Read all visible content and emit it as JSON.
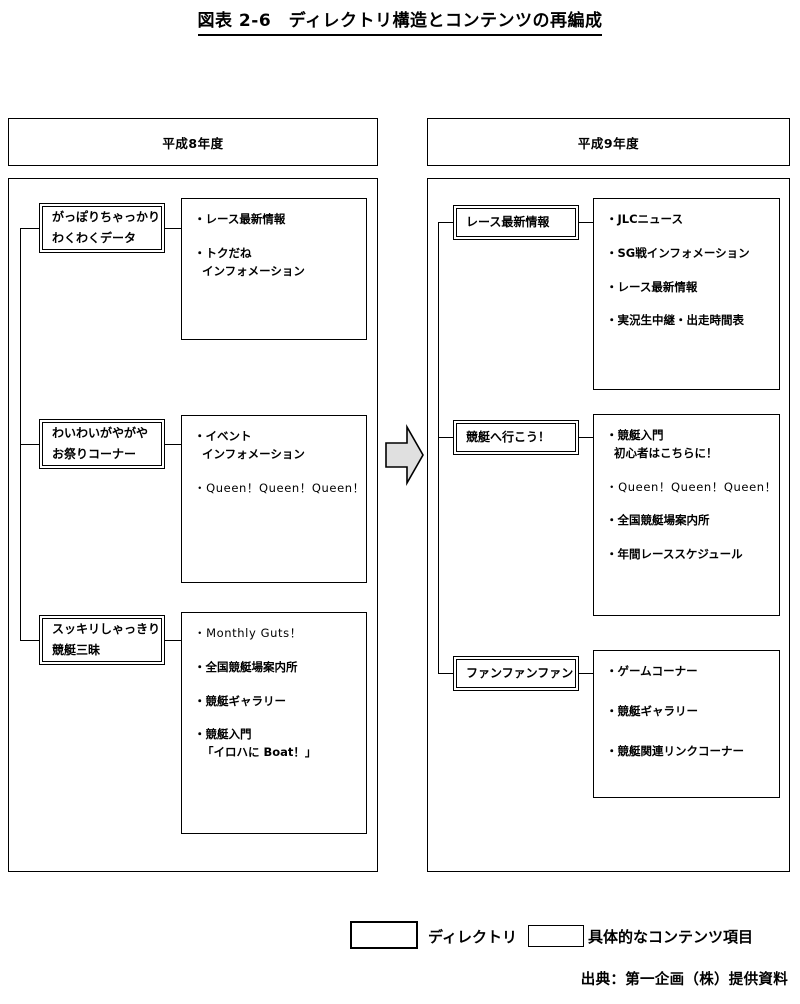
{
  "title": "図表 2-6　ディレクトリ構造とコンテンツの再編成",
  "columns": {
    "left": {
      "header": "平成8年度",
      "groups": [
        {
          "directory": {
            "line1": "がっぽりちゃっかり",
            "line2": "わくわくデータ"
          },
          "contents": [
            {
              "line1": "・レース最新情報",
              "line2": ""
            },
            {
              "line1": "・トクだね",
              "line2": "インフォメーション"
            }
          ]
        },
        {
          "directory": {
            "line1": "わいわいがやがや",
            "line2": "お祭りコーナー"
          },
          "contents": [
            {
              "line1": "・イベント",
              "line2": "インフォメーション"
            },
            {
              "line1": "・Queen！Queen！Queen！",
              "line2": "",
              "plain": true
            }
          ]
        },
        {
          "directory": {
            "line1": "スッキリしゃっきり",
            "line2": "競艇三昧"
          },
          "contents": [
            {
              "line1": "・Monthly Guts！",
              "line2": "",
              "plain": true
            },
            {
              "line1": "・全国競艇場案内所",
              "line2": ""
            },
            {
              "line1": "・競艇ギャラリー",
              "line2": ""
            },
            {
              "line1": "・競艇入門",
              "line2": "「イロハに Boat！」"
            }
          ]
        }
      ]
    },
    "right": {
      "header": "平成9年度",
      "groups": [
        {
          "directory": {
            "line1": "レース最新情報",
            "line2": ""
          },
          "contents": [
            {
              "line1": "・JLCニュース",
              "line2": ""
            },
            {
              "line1": "・SG戦インフォメーション",
              "line2": ""
            },
            {
              "line1": "・レース最新情報",
              "line2": ""
            },
            {
              "line1": "・実況生中継・出走時間表",
              "line2": ""
            }
          ]
        },
        {
          "directory": {
            "line1": "競艇へ行こう！",
            "line2": ""
          },
          "contents": [
            {
              "line1": "・競艇入門",
              "line2": "初心者はこちらに！"
            },
            {
              "line1": "・Queen！Queen！Queen！",
              "line2": "",
              "plain": true
            },
            {
              "line1": "・全国競艇場案内所",
              "line2": ""
            },
            {
              "line1": "・年間レーススケジュール",
              "line2": ""
            }
          ]
        },
        {
          "directory": {
            "line1": "ファンファンファン",
            "line2": ""
          },
          "contents": [
            {
              "line1": "・ゲームコーナー",
              "line2": ""
            },
            {
              "line1": "・競艇ギャラリー",
              "line2": ""
            },
            {
              "line1": "・競艇関連リンクコーナー",
              "line2": ""
            }
          ]
        }
      ]
    }
  },
  "arrow": {
    "direction": "right",
    "fill_color": "#e0e0e0",
    "stroke_color": "#000000"
  },
  "legend": {
    "directory_label": "ディレクトリ",
    "content_label": "具体的なコンテンツ項目"
  },
  "source_note": "出典：第一企画（株）提供資料"
}
